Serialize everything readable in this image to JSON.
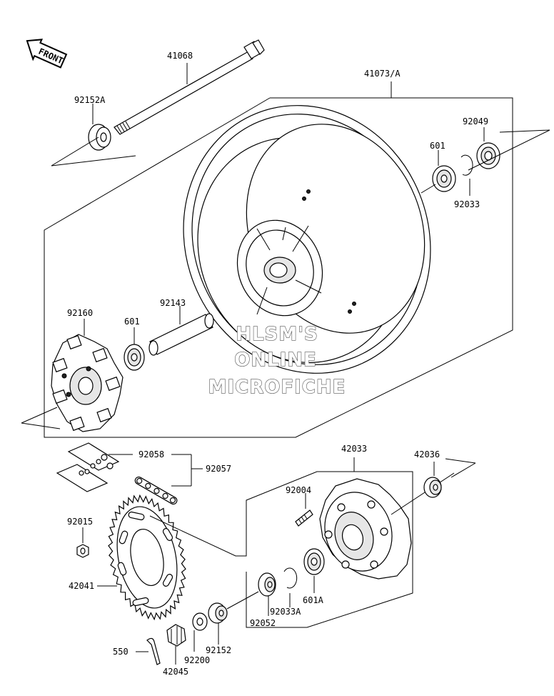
{
  "front_badge": "FRONT",
  "watermark": {
    "line1": "HLSM'S",
    "line2": "ONLINE",
    "line3": "MICROFICHE"
  },
  "labels": {
    "axle": "41068",
    "wheel": "41073/A",
    "collar_left": "92152A",
    "seal_right": "92049",
    "bearing_right": "601",
    "circlip_right": "92033",
    "damper": "92160",
    "bearing_left": "601",
    "spacer_tube": "92143",
    "chain_link": "92058",
    "chain": "92057",
    "hub_coupling": "42033",
    "collar_coupling": "42036",
    "stud": "92004",
    "nut_sprocket": "92015",
    "sprocket": "42041",
    "bearing_coupling": "601A",
    "circlip_coupling": "92033A",
    "seal_coupling": "92052",
    "collar_coupling_left": "92152",
    "washer": "92200",
    "cotter_pin": "550",
    "axle_nut": "42045"
  }
}
